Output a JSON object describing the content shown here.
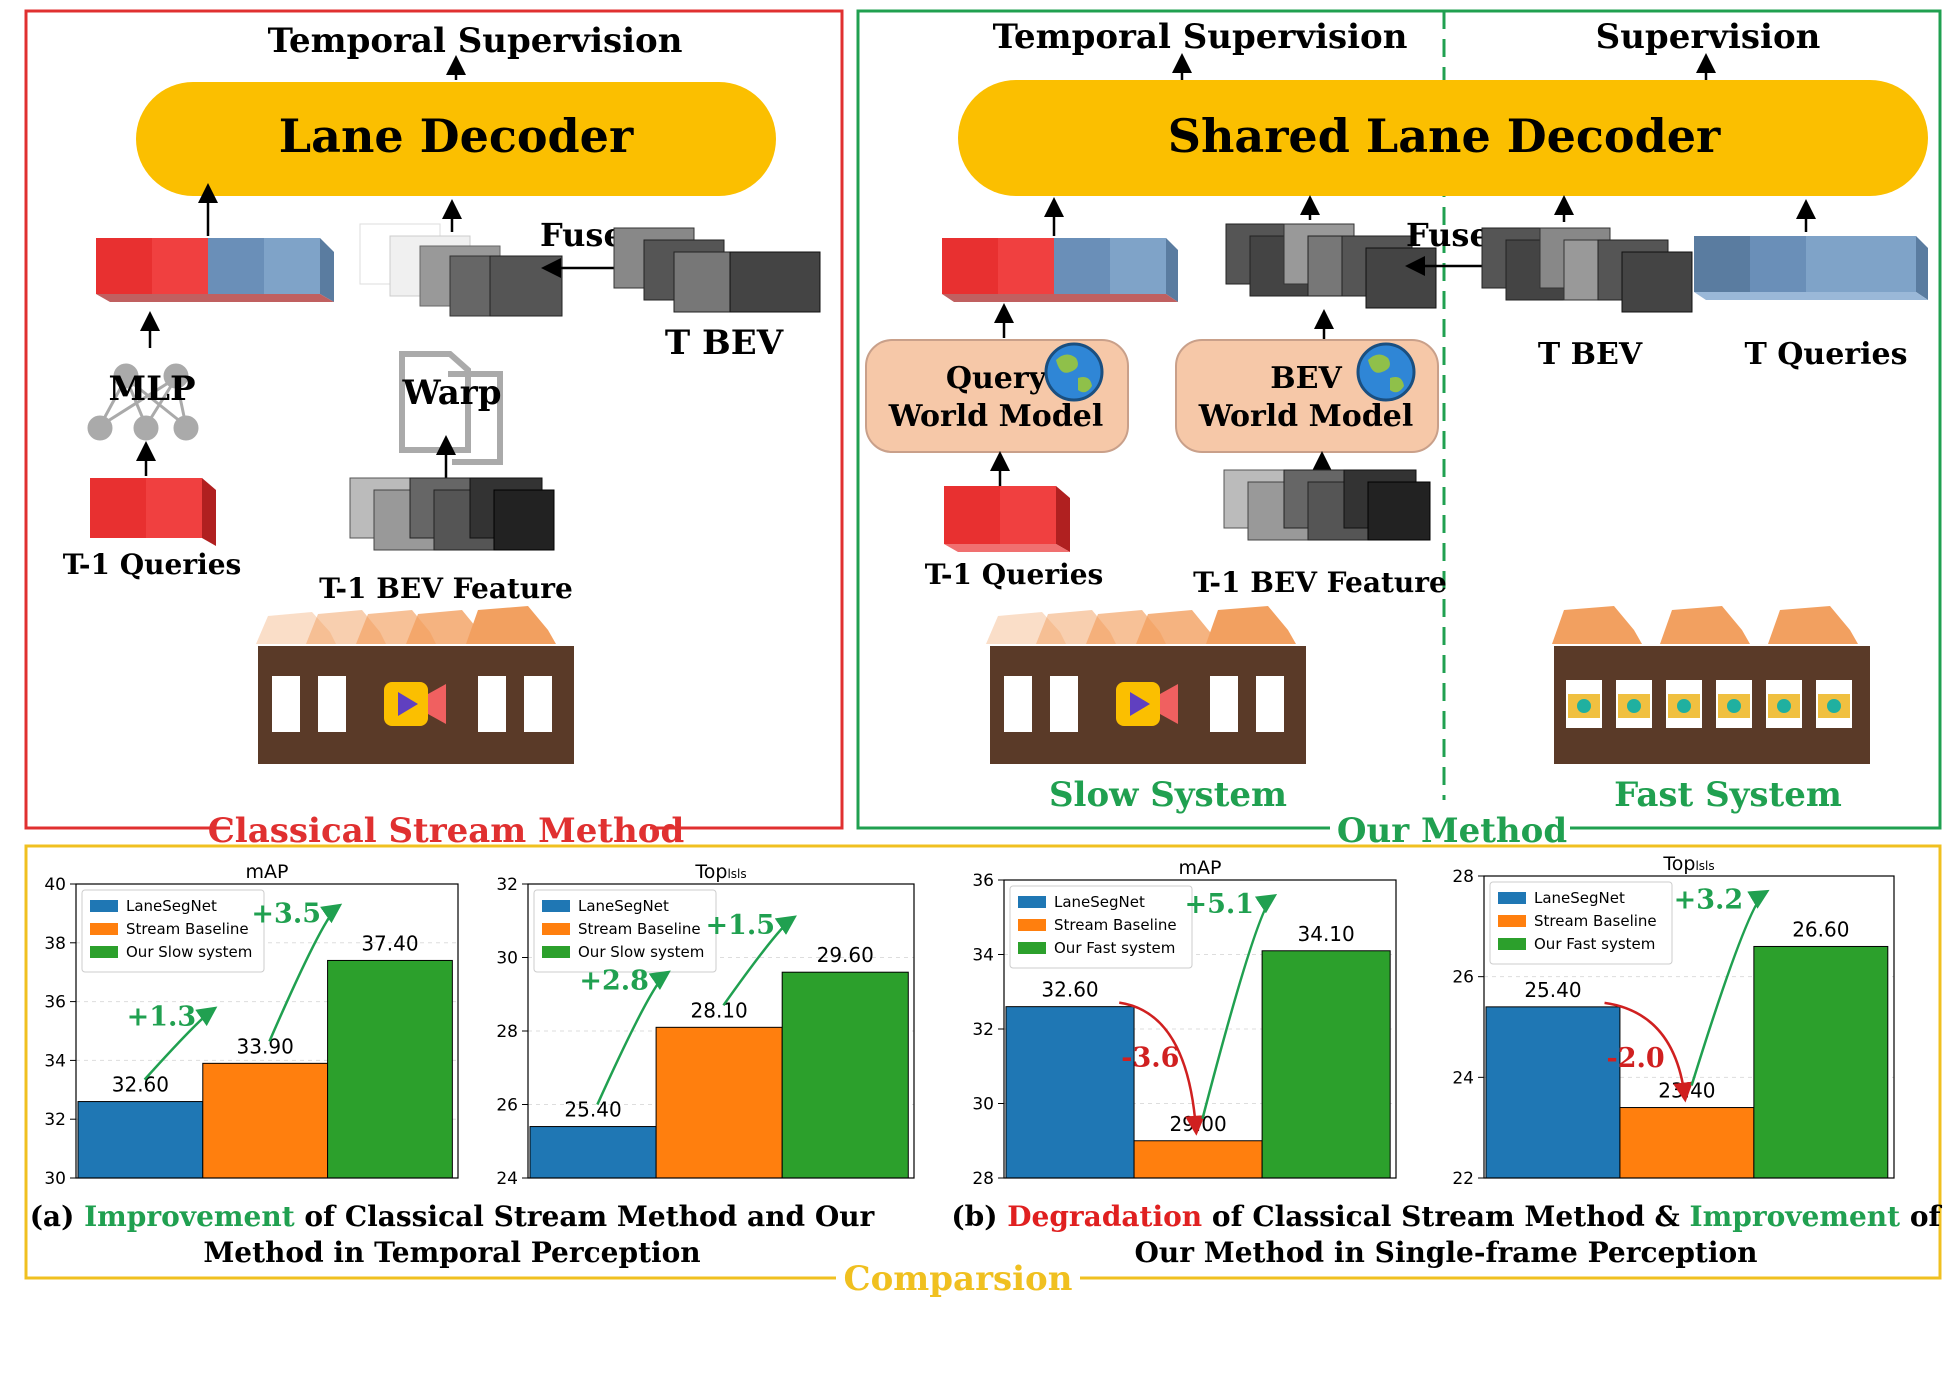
{
  "colors": {
    "red": "#e03030",
    "green": "#20a050",
    "yellow": "#f0c020",
    "decoder": "#fbbf00",
    "wm": "#f6c8a8",
    "blue": "#1f77b4",
    "orange": "#ff7f0e",
    "bargreen": "#2ca02c",
    "car": "#f2a060",
    "film": "#5a3a28"
  },
  "classical": {
    "frame_label": "Classical Stream Method",
    "supervision": "Temporal Supervision",
    "decoder": "Lane Decoder",
    "fuse": "Fuse",
    "t_bev": "T BEV",
    "mlp": "MLP",
    "warp": "Warp",
    "prev_queries": "T-1 Queries",
    "prev_bev": "T-1 BEV Feature"
  },
  "ours": {
    "frame_label": "Our Method",
    "supervision_left": "Temporal Supervision",
    "supervision_right": "Supervision",
    "decoder": "Shared Lane Decoder",
    "fuse": "Fuse",
    "query_wm_1": "Query",
    "query_wm_2": "World Model",
    "bev_wm_1": "BEV",
    "bev_wm_2": "World Model",
    "t_bev": "T BEV",
    "t_queries": "T Queries",
    "prev_queries": "T-1 Queries",
    "prev_bev": "T-1 BEV Feature",
    "slow": "Slow System",
    "fast": "Fast System"
  },
  "comparison": {
    "frame_label": "Comparsion",
    "caption_a_prefix": "(a) ",
    "caption_a_word": "Improvement",
    "caption_a_rest": " of Classical Stream Method and Our",
    "caption_a_line2": "Method in Temporal Perception",
    "caption_b_prefix": "(b) ",
    "caption_b_word1": "Degradation",
    "caption_b_mid": " of Classical Stream Method & ",
    "caption_b_word2": "Improvement",
    "caption_b_end": " of",
    "caption_b_line2": "Our Method in Single-frame Perception"
  },
  "chart_data": [
    {
      "type": "bar",
      "title": "mAP",
      "categories": [
        "LaneSegNet",
        "Stream Baseline",
        "Our Slow system"
      ],
      "values": [
        32.6,
        33.9,
        37.4
      ],
      "value_labels": [
        "32.60",
        "33.90",
        "37.40"
      ],
      "ylim": [
        30,
        40
      ],
      "yticks": [
        "30",
        "32",
        "34",
        "36",
        "38",
        "40"
      ],
      "annotations": [
        "+1.3",
        "+3.5"
      ],
      "legend": "top-left"
    },
    {
      "type": "bar",
      "title": "Top",
      "title_sub": "lsls",
      "categories": [
        "LaneSegNet",
        "Stream Baseline",
        "Our Slow system"
      ],
      "values": [
        25.4,
        28.1,
        29.6
      ],
      "value_labels": [
        "25.40",
        "28.10",
        "29.60"
      ],
      "ylim": [
        24,
        32
      ],
      "yticks": [
        "24",
        "26",
        "28",
        "30",
        "32"
      ],
      "annotations": [
        "+2.8",
        "+1.5"
      ],
      "legend": "top-left"
    },
    {
      "type": "bar",
      "title": "mAP",
      "categories": [
        "LaneSegNet",
        "Stream Baseline",
        "Our Fast system"
      ],
      "values": [
        32.6,
        29.0,
        34.1
      ],
      "value_labels": [
        "32.60",
        "29.00",
        "34.10"
      ],
      "ylim": [
        28,
        36
      ],
      "yticks": [
        "28",
        "30",
        "32",
        "34",
        "36"
      ],
      "annotations": [
        "-3.6",
        "+5.1"
      ],
      "legend": "top-left"
    },
    {
      "type": "bar",
      "title": "Top",
      "title_sub": "lsls",
      "categories": [
        "LaneSegNet",
        "Stream Baseline",
        "Our Fast system"
      ],
      "values": [
        25.4,
        23.4,
        26.6
      ],
      "value_labels": [
        "25.40",
        "23.40",
        "26.60"
      ],
      "ylim": [
        22,
        28
      ],
      "yticks": [
        "22",
        "24",
        "26",
        "28"
      ],
      "annotations": [
        "-2.0",
        "+3.2"
      ],
      "legend": "top-left"
    }
  ]
}
